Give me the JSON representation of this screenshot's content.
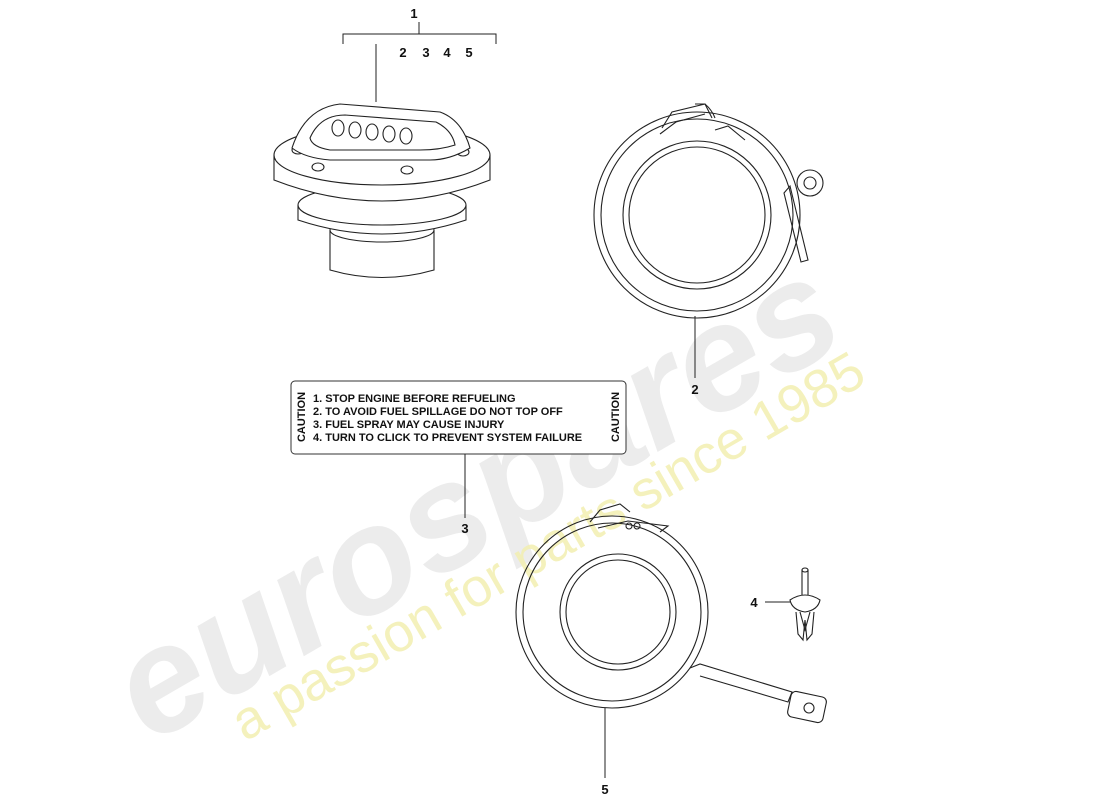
{
  "watermark": {
    "brand": "eurospares",
    "tagline": "a passion for parts since 1985",
    "brand_color": "#e4e4e4",
    "tagline_color": "#f3efb6"
  },
  "callouts": {
    "assembly_1": "1",
    "sub_2": "2",
    "sub_3": "3",
    "sub_4": "4",
    "sub_5": "5",
    "part_2": "2",
    "part_3": "3",
    "part_4": "4",
    "part_5": "5"
  },
  "caution_label": {
    "side_left": "CAUTION",
    "side_right": "CAUTION",
    "lines": [
      "1. STOP ENGINE BEFORE REFUELING",
      "2. TO AVOID FUEL SPILLAGE DO NOT TOP OFF",
      "3. FUEL SPRAY MAY CAUSE INJURY",
      "4. TURN TO CLICK TO PREVENT SYSTEM FAILURE"
    ]
  },
  "parts": [
    {
      "id": "1",
      "icon": "fuel-cap-icon"
    },
    {
      "id": "2",
      "icon": "tether-ring-eyelet-icon"
    },
    {
      "id": "3",
      "icon": "caution-label-icon"
    },
    {
      "id": "4",
      "icon": "push-rivet-icon"
    },
    {
      "id": "5",
      "icon": "tether-ring-strap-icon"
    }
  ]
}
